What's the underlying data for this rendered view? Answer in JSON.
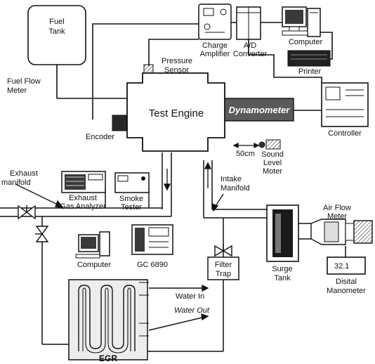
{
  "labels": {
    "fuel_tank": [
      "Fuel",
      "Tank"
    ],
    "fuel_flow_meter": [
      "Fuel Flow",
      "Meter"
    ],
    "charge_amplifier": [
      "Charge",
      "Amplifier"
    ],
    "ad_converter": [
      "A/D",
      "Converter"
    ],
    "computer_top": "Computer",
    "printer": "Printer",
    "pressure_sensor": [
      "Pressure",
      "Sensor"
    ],
    "test_engine": "Test Engine",
    "dynamometer": "Dynamometer",
    "controller": "Controller",
    "encoder": "Encoder",
    "distance": "50cm",
    "sound_level_meter": [
      "Sound",
      "Level",
      "Moter"
    ],
    "exhaust_manifold": [
      "Exhaust",
      "manifold"
    ],
    "exhaust_gas_analyzer": [
      "Exhaust",
      "Gas Analyzer"
    ],
    "smoke_tester": [
      "Smoke",
      "Tester"
    ],
    "intake_manifold": [
      "Intake",
      "Manifold"
    ],
    "air_flow_meter": [
      "Air Flow",
      "Meter"
    ],
    "computer_bottom": "Computer",
    "gc": "GC 6890",
    "filter_trap": [
      "Filter",
      "Trap"
    ],
    "surge_tank": [
      "Surge",
      "Tank"
    ],
    "manometer_reading": "32.1",
    "digital_manometer": [
      "Disital",
      "Manometer"
    ],
    "water_in": "Water In",
    "water_out": "Water Out",
    "egr": "EGR"
  },
  "colors": {
    "ink": "#111111",
    "dynamometer_fill": "#5a5a5a",
    "egr_fill": "#e8e8e8",
    "surge_core": "#1a1a1a",
    "screen_fill": "#3a3a3a"
  }
}
